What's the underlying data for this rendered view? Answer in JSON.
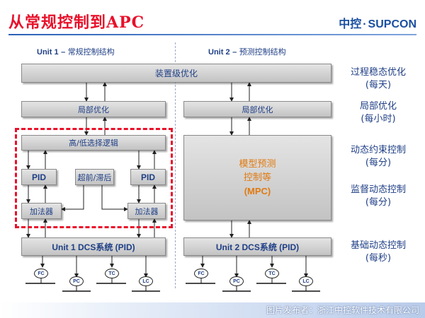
{
  "title": "从常规控制到APC",
  "logo": {
    "cn": "中控",
    "separator": "·",
    "en": "SUPCON"
  },
  "unit1": {
    "heading_unit": "Unit 1",
    "heading_dash": "–",
    "heading_text": "常规控制结构",
    "local_opt": "局部优化",
    "selector": "高/低选择逻辑",
    "pid_left": "PID",
    "lead_lag": "超前/滞后",
    "pid_right": "PID",
    "adder_left": "加法器",
    "adder_right": "加法器",
    "dcs": "Unit 1 DCS系统 (PID)"
  },
  "unit2": {
    "heading_unit": "Unit 2",
    "heading_dash": "–",
    "heading_text": "预测控制结构",
    "local_opt": "局部优化",
    "mpc_line1": "模型预测",
    "mpc_line2": "控制等",
    "mpc_abbr": "(MPC)",
    "dcs": "Unit 2 DCS系统 (PID)"
  },
  "plant_opt": "装置级优化",
  "instruments": [
    "FC",
    "PC",
    "TC",
    "LC"
  ],
  "levels": [
    {
      "name": "过程稳态优化",
      "freq": "(每天)"
    },
    {
      "name": "局部优化",
      "freq": "(每小时)"
    },
    {
      "name": "动态约束控制",
      "freq": "(每分)"
    },
    {
      "name": "监督动态控制",
      "freq": "(每分)"
    },
    {
      "name": "基础动态控制",
      "freq": "(每秒)"
    }
  ],
  "credit": "图片发布者：浙江中控软件技术有限公司",
  "colors": {
    "title": "#e8102a",
    "text": "#1f3f86",
    "mpc": "#e07a10",
    "dashed_frame": "#e8102a"
  }
}
